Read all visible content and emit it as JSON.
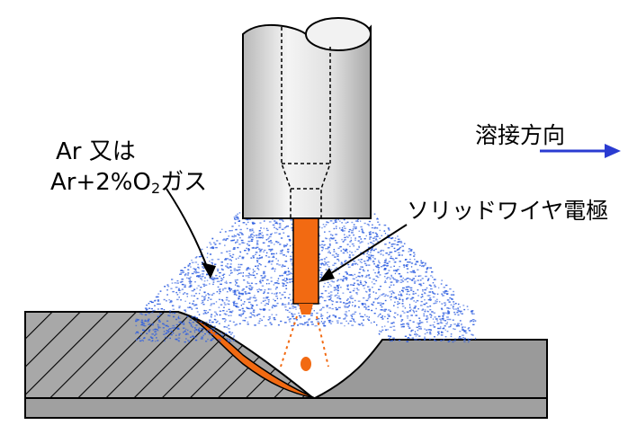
{
  "labels": {
    "direction": "溶接方向",
    "gas_line1": "Ar 又は",
    "gas_line2_pre": "Ar+2%O",
    "gas_line2_sub": "2",
    "gas_line2_post": "ガス",
    "wire": "ソリッドワイヤ電極"
  },
  "colors": {
    "arrow": "#2a3bd1",
    "electrode": "#f26a12",
    "gas_cloud": "#2f5fe0",
    "metal": "#9a9a9a",
    "torch": "#e2e2e2"
  },
  "icons": {
    "direction_arrow": "arrow-right-icon"
  }
}
